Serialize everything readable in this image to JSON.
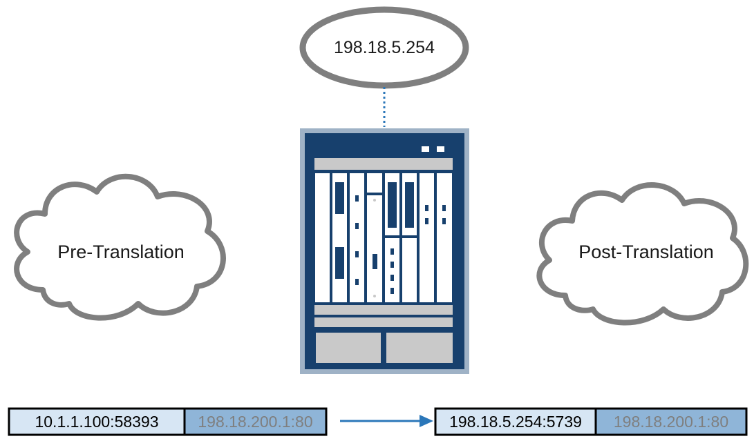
{
  "nat_address": {
    "label": "198.18.5.254"
  },
  "pre_cloud": {
    "label": "Pre-Translation"
  },
  "post_cloud": {
    "label": "Post-Translation"
  },
  "packet_before": {
    "source": "10.1.1.100:58393",
    "destination": "198.18.200.1:80"
  },
  "packet_after": {
    "source": "198.18.5.254:5739",
    "destination": "198.18.200.1:80"
  },
  "colors": {
    "outline": "#7f7f7f",
    "cloud_fill": "#ffffff",
    "device_blue": "#17406d",
    "device_border": "#9fb2c6",
    "slot_fill": "#ffffff",
    "panel_gray": "#c9c9c9",
    "link_blue": "#2b77b9",
    "src_cell": "#d7e6f4",
    "dst_cell": "#8fb5d8",
    "dst_text": "#7f7f7f"
  }
}
